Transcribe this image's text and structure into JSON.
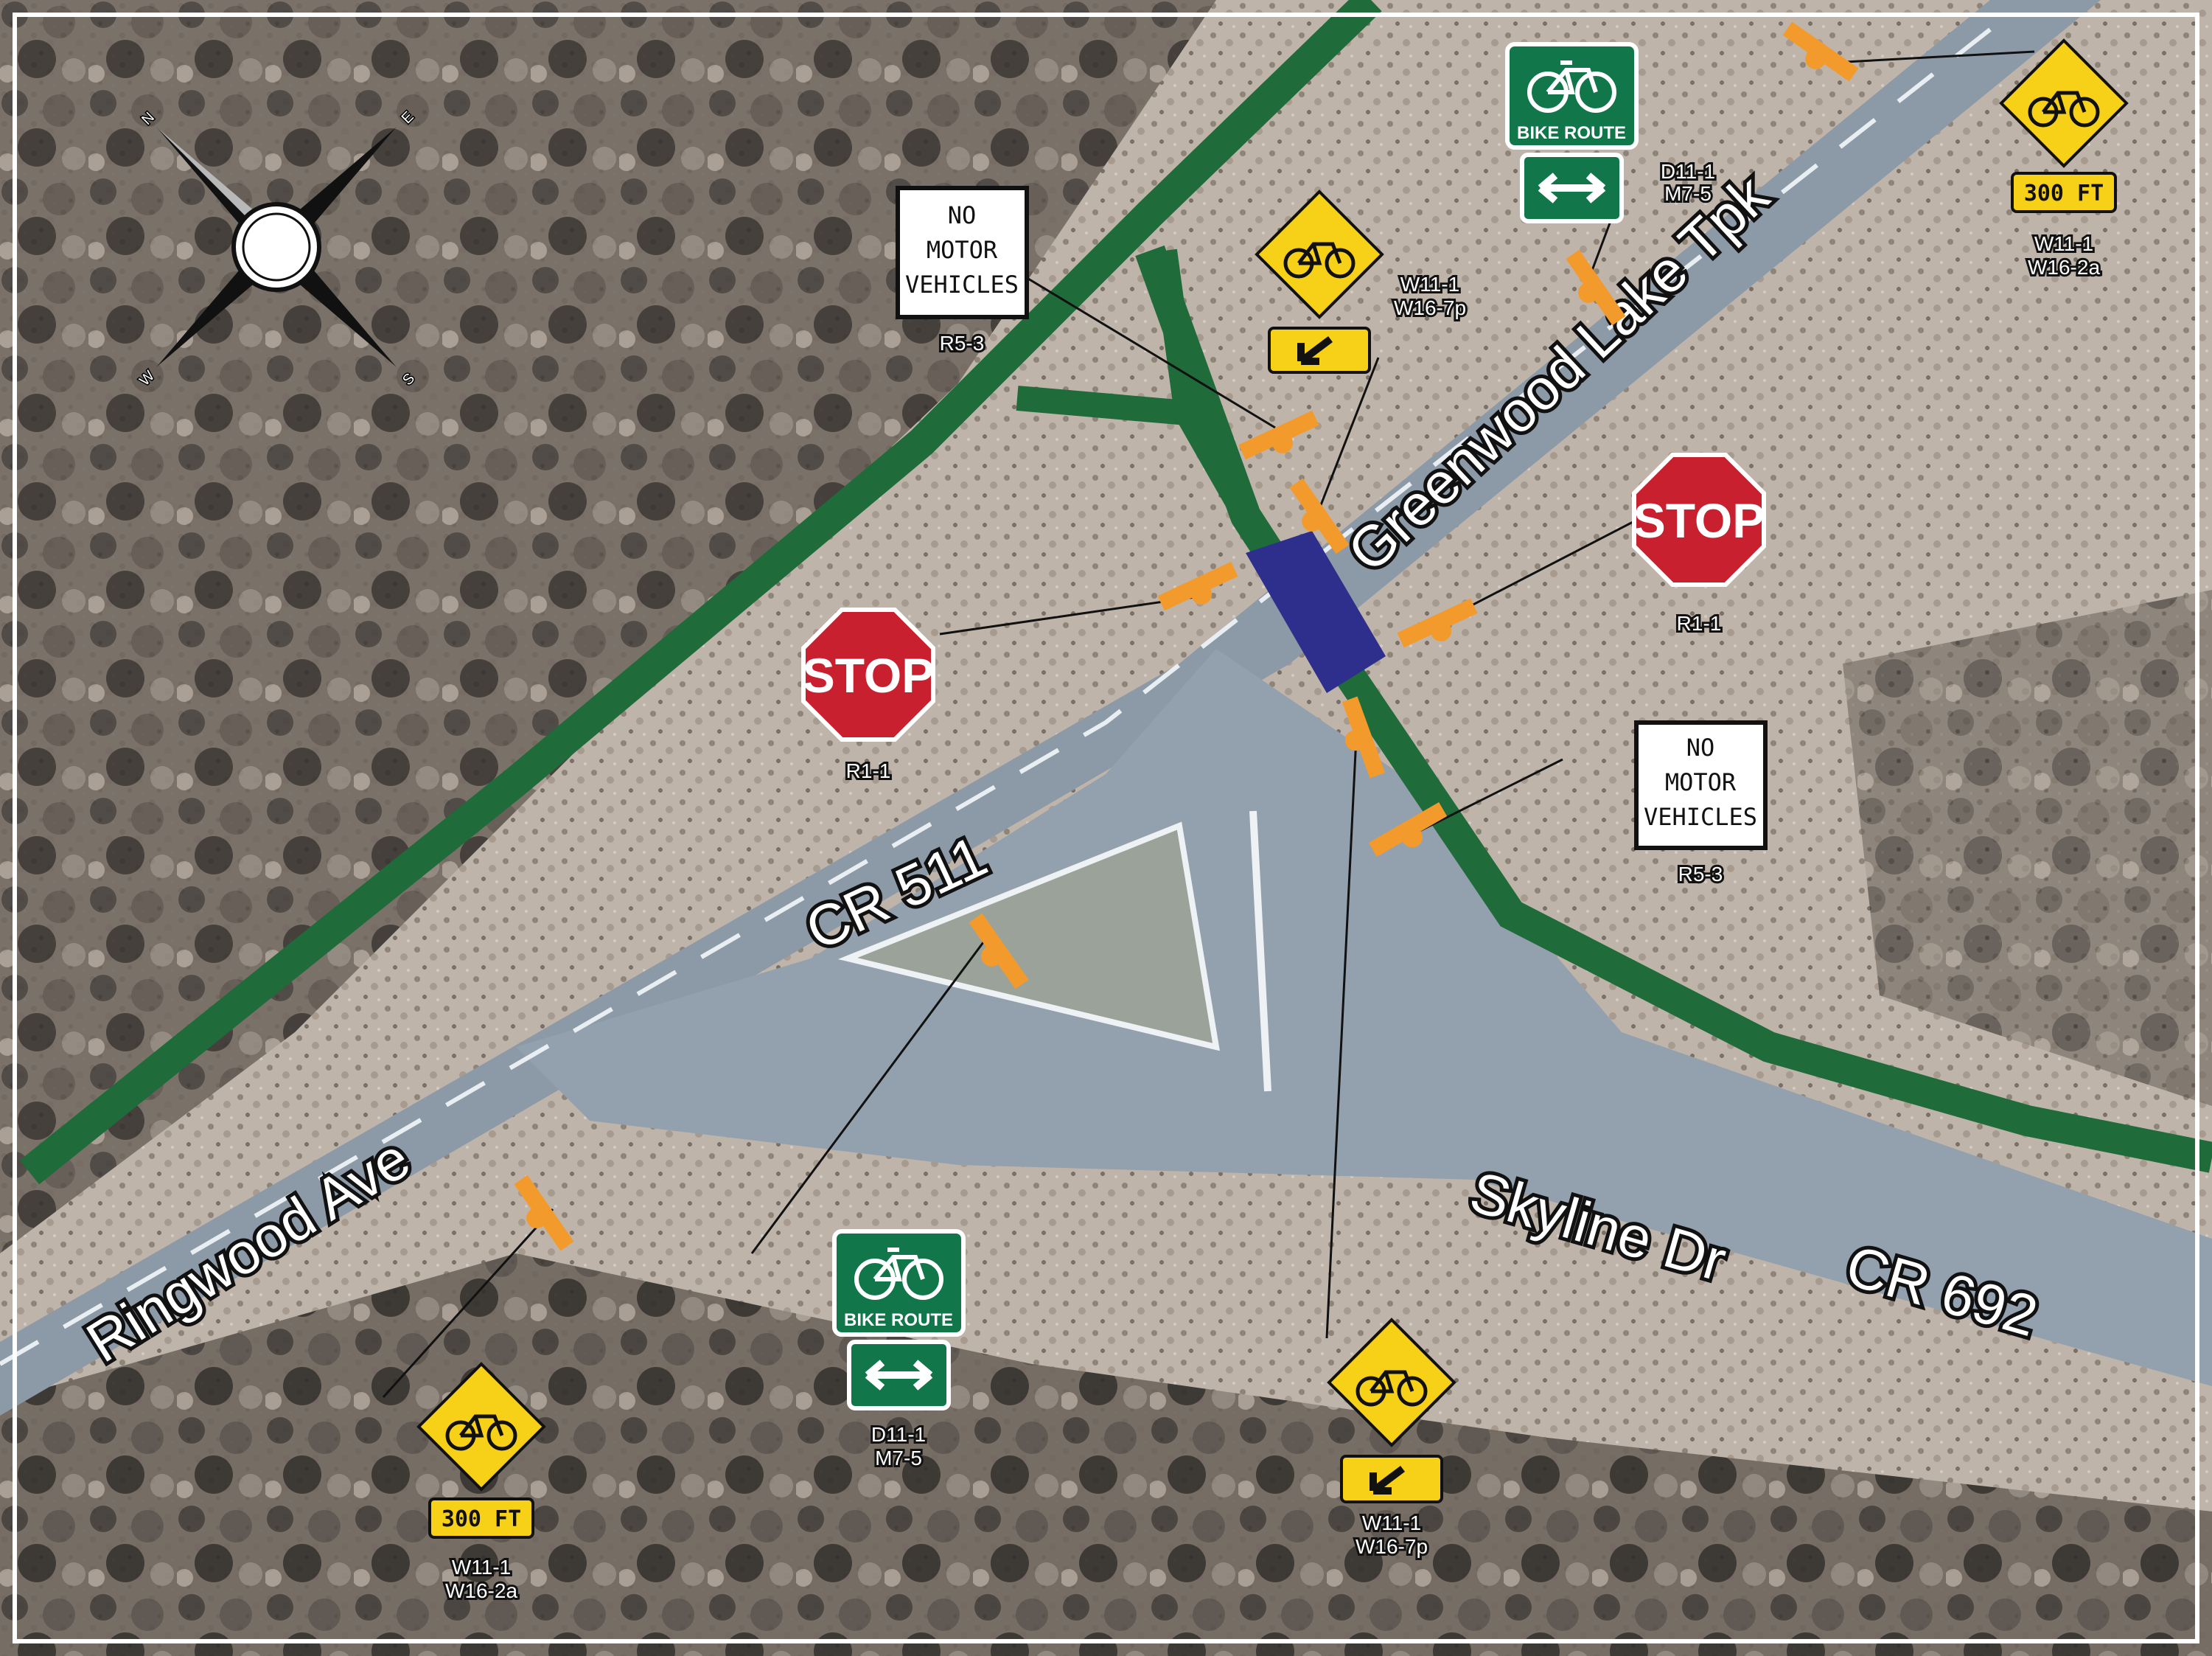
{
  "roads": {
    "greenwood": "Greenwood Lake Tpk",
    "cr511": "CR 511",
    "ringwood": "Ringwood Ave",
    "skyline": "Skyline Dr",
    "cr692": "CR 692"
  },
  "compass": {
    "n": "N",
    "e": "E",
    "s": "S",
    "w": "W"
  },
  "signs": {
    "bike_route_top": {
      "text": "BIKE ROUTE",
      "code1": "D11-1",
      "code2": "M7-5"
    },
    "bike_route_bottom": {
      "text": "BIKE ROUTE",
      "code1": "D11-1",
      "code2": "M7-5"
    },
    "bike_warning_top_right": {
      "plaque": "300 FT",
      "code1": "W11-1",
      "code2": "W16-2a"
    },
    "bike_warning_bottom_left": {
      "plaque": "300 FT",
      "code1": "W11-1",
      "code2": "W16-2a"
    },
    "bike_warning_top_center": {
      "code1": "W11-1",
      "code2": "W16-7p"
    },
    "bike_warning_bottom_center": {
      "code1": "W11-1",
      "code2": "W16-7p"
    },
    "no_motor_top": {
      "line1": "NO",
      "line2": "MOTOR",
      "line3": "VEHICLES",
      "code": "R5-3"
    },
    "no_motor_right": {
      "line1": "NO",
      "line2": "MOTOR",
      "line3": "VEHICLES",
      "code": "R5-3"
    },
    "stop_left": {
      "text": "STOP",
      "code": "R1-1"
    },
    "stop_right": {
      "text": "STOP",
      "code": "R1-1"
    }
  },
  "colors": {
    "trail": "#1f6b3a",
    "crosswalk": "#2e2f8c",
    "sign_marker": "#f39a2c",
    "warning_yellow": "#f7d117",
    "guide_green": "#11774a",
    "stop_red": "#c8202f"
  }
}
